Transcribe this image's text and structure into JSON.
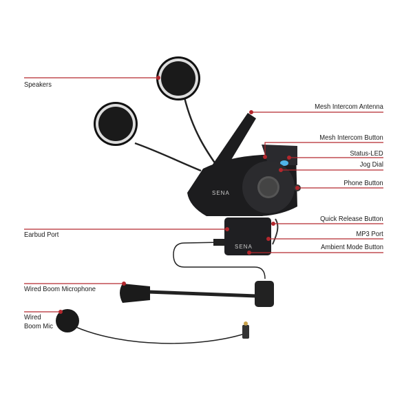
{
  "colors": {
    "callout": "#b3272d",
    "device": "#1c1c1e",
    "led": "#4fb4e8"
  },
  "device": {
    "brand": "SENA"
  },
  "labels_left": {
    "speakers": "Speakers",
    "earbud_port": "Earbud Port",
    "wired_boom_microphone": "Wired Boom Microphone",
    "wired_boom_mic_line1": "Wired",
    "wired_boom_mic_line2": "Boom Mic"
  },
  "labels_right": {
    "mesh_intercom_antenna": "Mesh Intercom Antenna",
    "mesh_intercom_button": "Mesh Intercom Button",
    "status_led": "Status-LED",
    "jog_dial": "Jog Dial",
    "phone_button": "Phone Button",
    "quick_release_button": "Quick Release Button",
    "mp3_port": "MP3 Port",
    "ambient_mode_button": "Ambient Mode Button"
  }
}
